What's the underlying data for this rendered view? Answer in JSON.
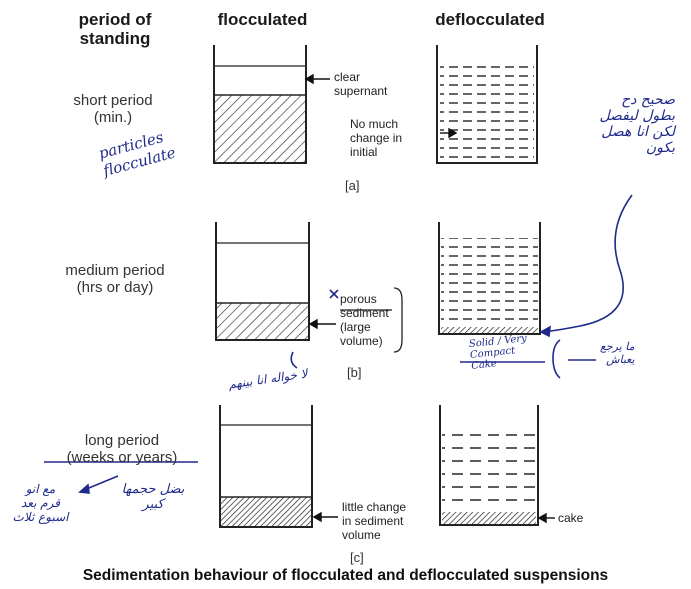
{
  "headers": {
    "period": "period of\nstanding",
    "flocculated": "flocculated",
    "deflocculated": "deflocculated"
  },
  "rows": [
    {
      "period_label": "short period\n(min.)",
      "sub_label": "[a]",
      "annotations": [
        "clear\nsupernant",
        "No much\nchange in\ninitial"
      ]
    },
    {
      "period_label": "medium period\n(hrs or day)",
      "sub_label": "[b]",
      "annotations": [
        "porous\nsediment\n(large\nvolume)"
      ]
    },
    {
      "period_label": "long period\n(weeks or years)",
      "sub_label": "[c]",
      "annotations": [
        "little change\nin sediment\nvolume",
        "cake"
      ]
    }
  ],
  "handwriting": {
    "particles": "particles\nflocculate",
    "arabic_top_right": "صحيح دح\nبطول ليفصل\nلكن انا هصل\nبكون",
    "arabic_b_left": "لا خواله انا بينهم",
    "solid_cake": "Solid / Very\nCompact\nCake",
    "arabic_b_right": "ما يرجع\nيعباش",
    "arabic_c_left": "مع انو\nقرم بعد\nاسبوع ثلاث",
    "arabic_c_mid": "بضل حجمها\nكبير"
  },
  "caption": "Sedimentation behaviour of flocculated and deflocculated suspensions"
}
